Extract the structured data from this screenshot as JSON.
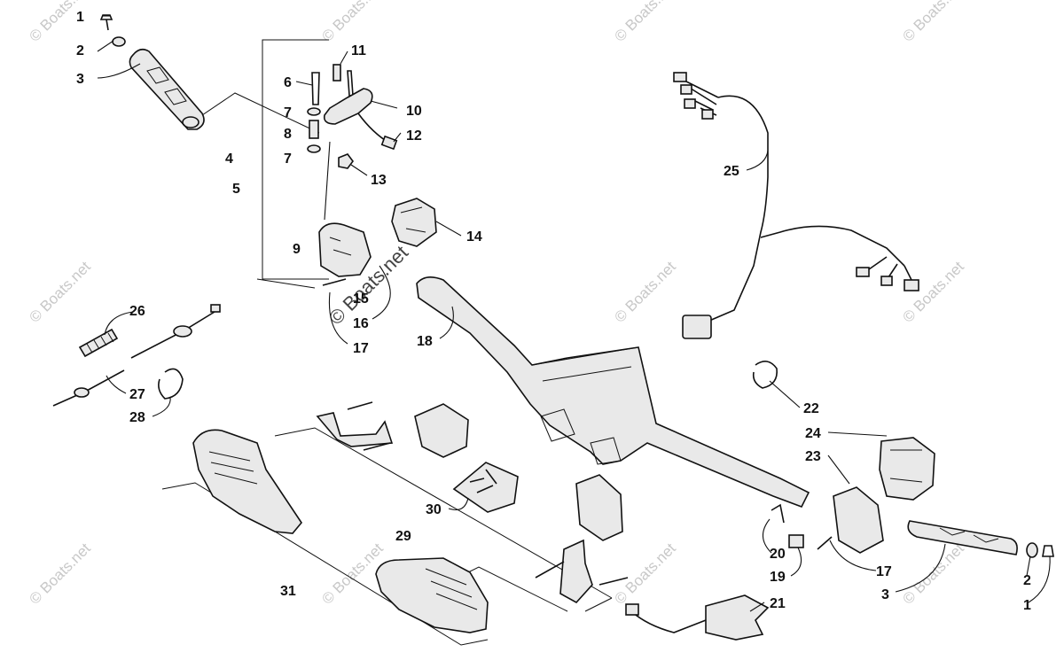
{
  "watermark": {
    "text": "© Boats.net",
    "center_text": "© Boats.net"
  },
  "callouts": [
    {
      "id": "c1a",
      "label": "1"
    },
    {
      "id": "c2a",
      "label": "2"
    },
    {
      "id": "c3a",
      "label": "3"
    },
    {
      "id": "c4",
      "label": "4"
    },
    {
      "id": "c5",
      "label": "5"
    },
    {
      "id": "c6",
      "label": "6"
    },
    {
      "id": "c7a",
      "label": "7"
    },
    {
      "id": "c8",
      "label": "8"
    },
    {
      "id": "c7b",
      "label": "7"
    },
    {
      "id": "c9",
      "label": "9"
    },
    {
      "id": "c10",
      "label": "10"
    },
    {
      "id": "c11",
      "label": "11"
    },
    {
      "id": "c12",
      "label": "12"
    },
    {
      "id": "c13",
      "label": "13"
    },
    {
      "id": "c14",
      "label": "14"
    },
    {
      "id": "c15",
      "label": "15"
    },
    {
      "id": "c16",
      "label": "16"
    },
    {
      "id": "c17a",
      "label": "17"
    },
    {
      "id": "c18",
      "label": "18"
    },
    {
      "id": "c19",
      "label": "19"
    },
    {
      "id": "c20",
      "label": "20"
    },
    {
      "id": "c21",
      "label": "21"
    },
    {
      "id": "c22",
      "label": "22"
    },
    {
      "id": "c23",
      "label": "23"
    },
    {
      "id": "c24",
      "label": "24"
    },
    {
      "id": "c25",
      "label": "25"
    },
    {
      "id": "c26",
      "label": "26"
    },
    {
      "id": "c27",
      "label": "27"
    },
    {
      "id": "c28",
      "label": "28"
    },
    {
      "id": "c29",
      "label": "29"
    },
    {
      "id": "c30",
      "label": "30"
    },
    {
      "id": "c31",
      "label": "31"
    },
    {
      "id": "c17b",
      "label": "17"
    },
    {
      "id": "c3b",
      "label": "3"
    },
    {
      "id": "c2b",
      "label": "2"
    },
    {
      "id": "c1b",
      "label": "1"
    }
  ]
}
